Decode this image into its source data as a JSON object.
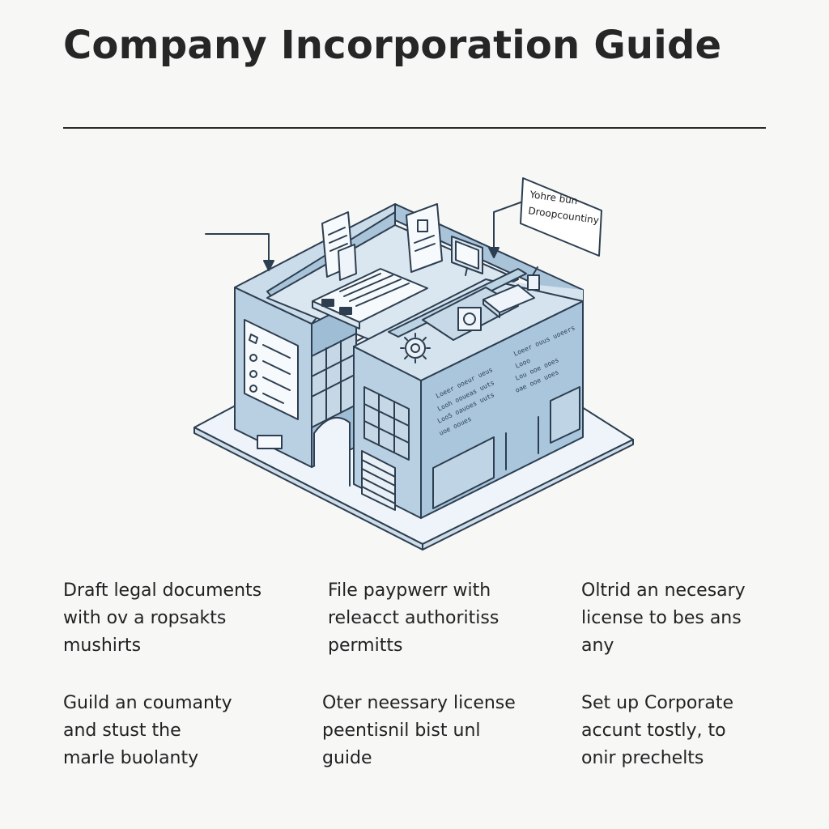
{
  "title": "Company Incorporation Guide",
  "callout": {
    "line1": "Yohre bun",
    "line2": "Droopcountiny"
  },
  "building_texts": {
    "left_panel": [
      "Loeer ooeur ueus",
      "Looh ooueas uuts",
      "LooS oauoes uuts",
      "uoe ooues"
    ],
    "right_panel": [
      "Loeer ouus uoeers",
      "Looo",
      "Lou ooe ooes",
      "oae ooe uoes"
    ]
  },
  "steps": [
    {
      "text": "Draft legal documents\nwith ov a ropsakts\nmushirts"
    },
    {
      "text": "File paypwerr with\nreleacct authoritiss\npermitts"
    },
    {
      "text": "Oltrid an necesary\nlicense to bes ans\nany"
    },
    {
      "text": "Guild an coumanty\nand stust the\nmarle buolanty"
    },
    {
      "text": "Oter neessary license\npeentisnil bist unl\nguide"
    },
    {
      "text": "Set up Corporate\naccunt tostly, to\nonir prechelts"
    }
  ],
  "colors": {
    "wall": "#bcd3e4",
    "wall_dark": "#9fbdd4",
    "roof": "#d5e3ee",
    "base": "#eef4f9",
    "line": "#2c3e50"
  }
}
